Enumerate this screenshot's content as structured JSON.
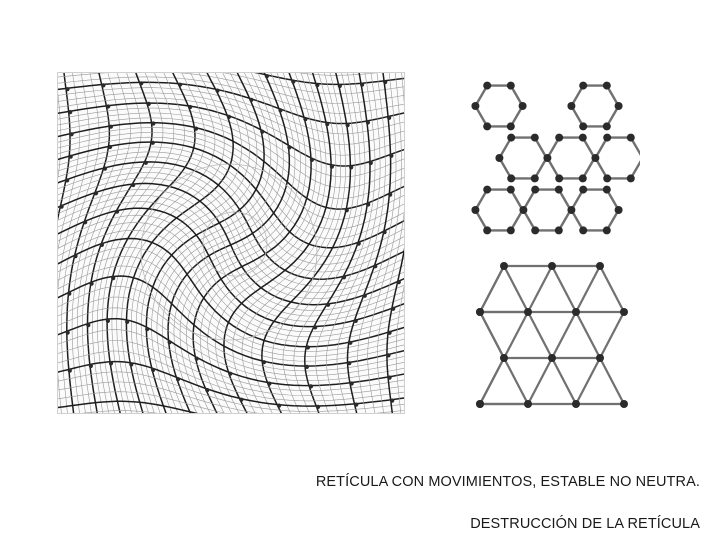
{
  "captions": {
    "line1": "RETÍCULA CON MOVIMIENTOS, ESTABLE NO NEUTRA.",
    "line2": "DESTRUCCIÓN DE LA RETÍCULA"
  },
  "colors": {
    "background": "#ffffff",
    "grid_major": "#1e1e1e",
    "grid_minor": "#9a9a9a",
    "node": "#2b2b2b",
    "lattice_edge": "#707070"
  },
  "figures": [
    {
      "name": "distorted-grid",
      "kind": "warped square grid with vortex at center"
    },
    {
      "name": "hex-lattice",
      "kind": "honeycomb lattice of nodes"
    },
    {
      "name": "tri-lattice",
      "kind": "triangular lattice of nodes"
    }
  ]
}
